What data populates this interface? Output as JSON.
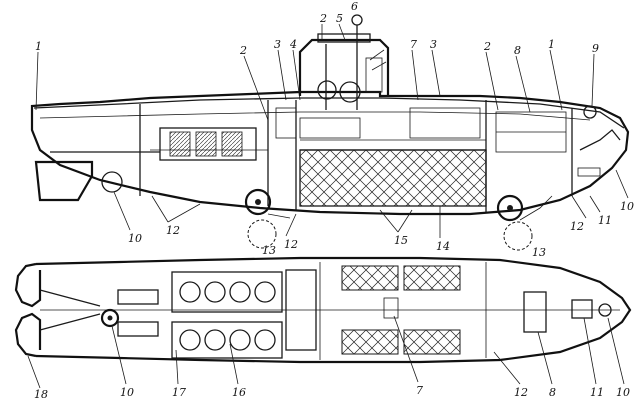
{
  "diagram": {
    "side_view_callouts": [
      {
        "id": "s-1a",
        "text": "1"
      },
      {
        "id": "s-2a",
        "text": "2"
      },
      {
        "id": "s-3a",
        "text": "3"
      },
      {
        "id": "s-4",
        "text": "4"
      },
      {
        "id": "s-2b",
        "text": "2"
      },
      {
        "id": "s-5",
        "text": "5"
      },
      {
        "id": "s-6",
        "text": "6"
      },
      {
        "id": "s-7",
        "text": "7"
      },
      {
        "id": "s-3b",
        "text": "3"
      },
      {
        "id": "s-2c",
        "text": "2"
      },
      {
        "id": "s-8",
        "text": "8"
      },
      {
        "id": "s-1b",
        "text": "1"
      },
      {
        "id": "s-9",
        "text": "9"
      },
      {
        "id": "s-10a",
        "text": "10"
      },
      {
        "id": "s-12a",
        "text": "12"
      },
      {
        "id": "s-13a",
        "text": "13"
      },
      {
        "id": "s-12b",
        "text": "12"
      },
      {
        "id": "s-15",
        "text": "15"
      },
      {
        "id": "s-14",
        "text": "14"
      },
      {
        "id": "s-13b",
        "text": "13"
      },
      {
        "id": "s-12c",
        "text": "12"
      },
      {
        "id": "s-11a",
        "text": "11"
      },
      {
        "id": "s-10b",
        "text": "10"
      }
    ],
    "plan_view_callouts": [
      {
        "id": "p-18",
        "text": "18"
      },
      {
        "id": "p-10a",
        "text": "10"
      },
      {
        "id": "p-17",
        "text": "17"
      },
      {
        "id": "p-16",
        "text": "16"
      },
      {
        "id": "p-7",
        "text": "7"
      },
      {
        "id": "p-12",
        "text": "12"
      },
      {
        "id": "p-8",
        "text": "8"
      },
      {
        "id": "p-11",
        "text": "11"
      },
      {
        "id": "p-10b",
        "text": "10"
      }
    ]
  }
}
